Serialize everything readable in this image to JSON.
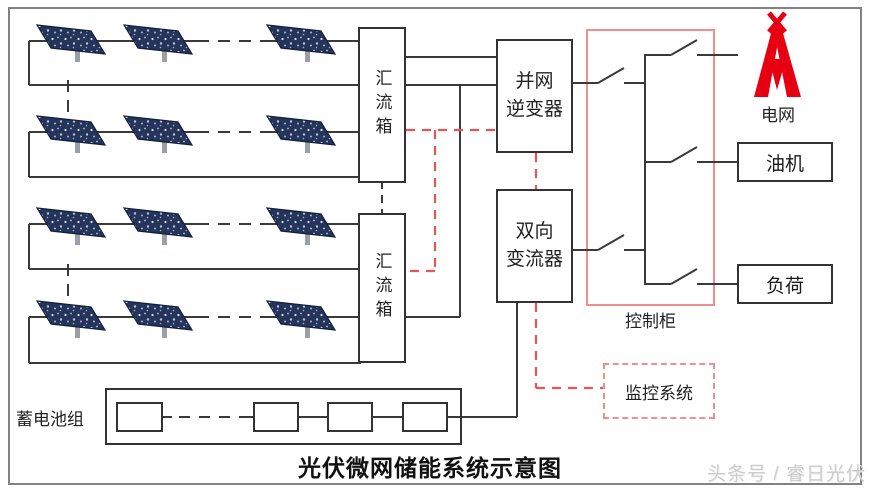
{
  "diagram": {
    "title": "光伏微网储能系统示意图",
    "watermark": "头条号 / 睿日光伏",
    "combiner1": "汇流箱",
    "combiner2": "汇流箱",
    "inverter": {
      "line1": "并网",
      "line2": "逆变器"
    },
    "converter": {
      "line1": "双向",
      "line2": "变流器"
    },
    "cabinet": "控制柜",
    "grid": "电网",
    "genset": "油机",
    "load": "负荷",
    "monitor": "监控系统",
    "battery": "蓄电池组"
  },
  "icons": {
    "transmission_tower": "transmission-tower-icon",
    "solar_panel": "solar-panel-icon",
    "breaker_switch": "breaker-switch-icon"
  },
  "colors": {
    "wire": "#3a3a3a",
    "accent_red": "#e85555",
    "cabinet_red": "#f08d8d",
    "tower_red": "#e60012",
    "panel_navy": "#24345a",
    "watermark_gray": "#cccccc"
  }
}
